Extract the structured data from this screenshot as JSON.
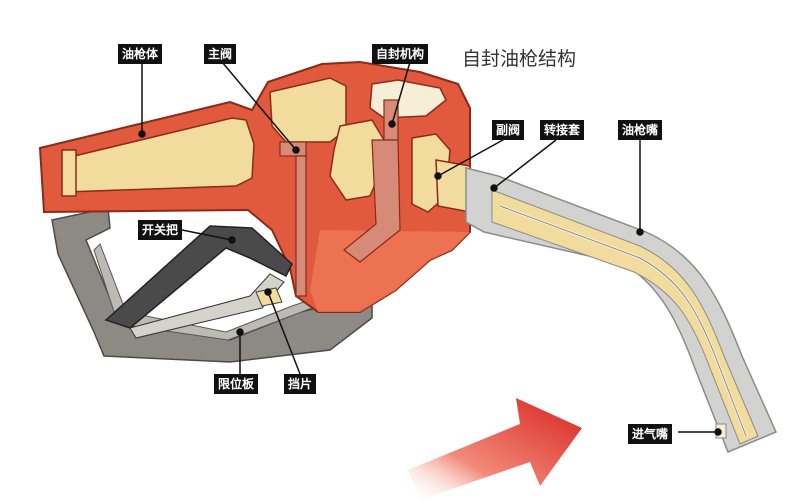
{
  "title": "自封油枪结构",
  "labels": {
    "gun_body": "油枪体",
    "main_valve": "主阀",
    "self_seal": "自封机构",
    "sub_valve": "副阀",
    "adapter_sleeve": "转接套",
    "nozzle": "油枪嘴",
    "switch_handle": "开关把",
    "limit_plate": "限位板",
    "stop_piece": "挡片",
    "air_inlet": "进气嘴"
  },
  "colors": {
    "body": "#e25a3e",
    "body_dark": "#c23b22",
    "outline": "#8a2a18",
    "interior": "#f1dc9e",
    "handle_gray": "#8d8a86",
    "nozzle_gray": "#d2d2d0",
    "arrow": "#d8231f"
  }
}
